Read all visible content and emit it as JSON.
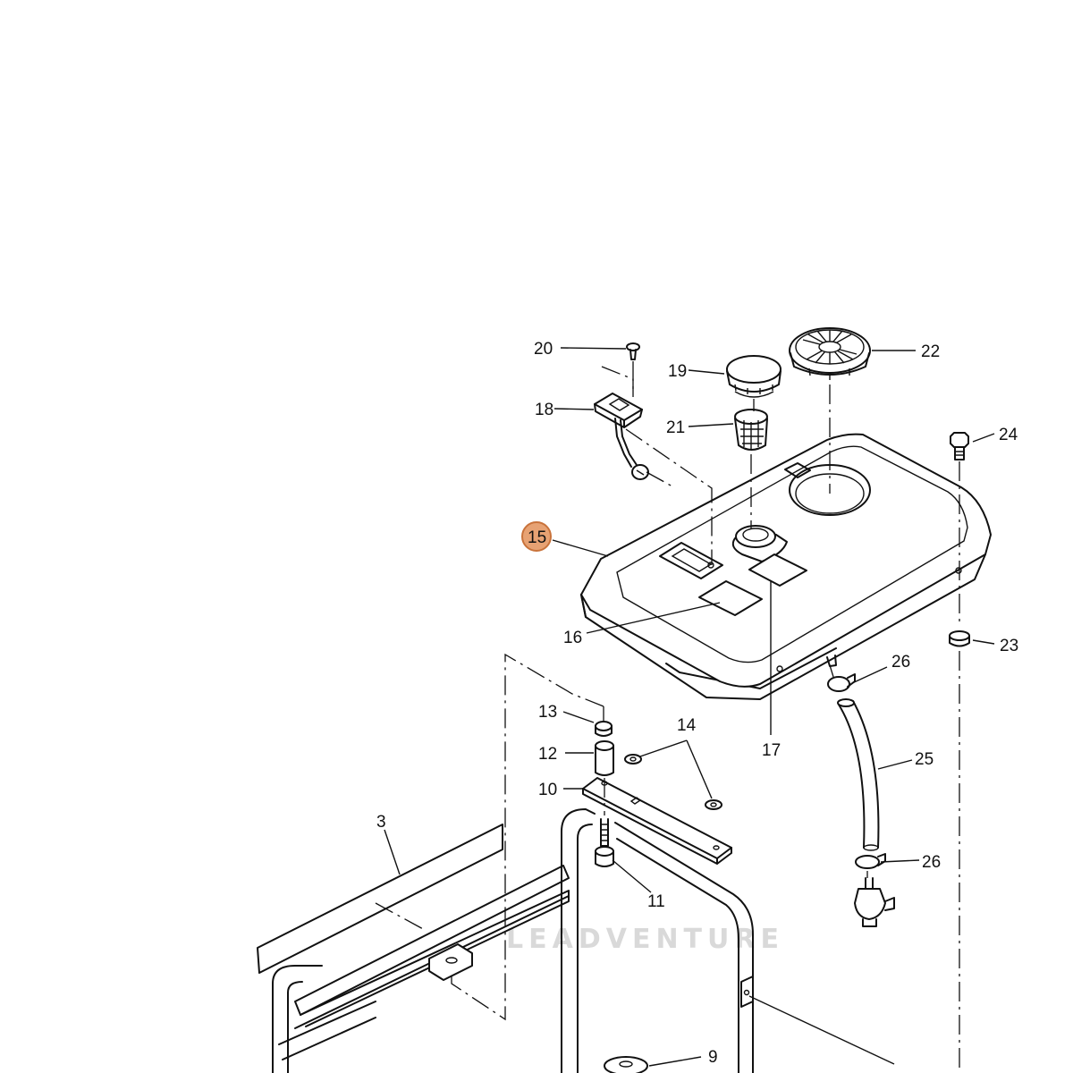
{
  "callouts": {
    "p3": "3",
    "p9": "9",
    "p10": "10",
    "p11": "11",
    "p12": "12",
    "p13": "13",
    "p14": "14",
    "p15": "15",
    "p16": "16",
    "p17": "17",
    "p18": "18",
    "p19": "19",
    "p20": "20",
    "p21": "21",
    "p22": "22",
    "p23": "23",
    "p24": "24",
    "p25": "25",
    "p26a": "26",
    "p26b": "26"
  },
  "highlight": {
    "part": "15",
    "color": "#e7a273",
    "stroke": "#c9733b"
  },
  "watermark": "LEADVENTURE"
}
